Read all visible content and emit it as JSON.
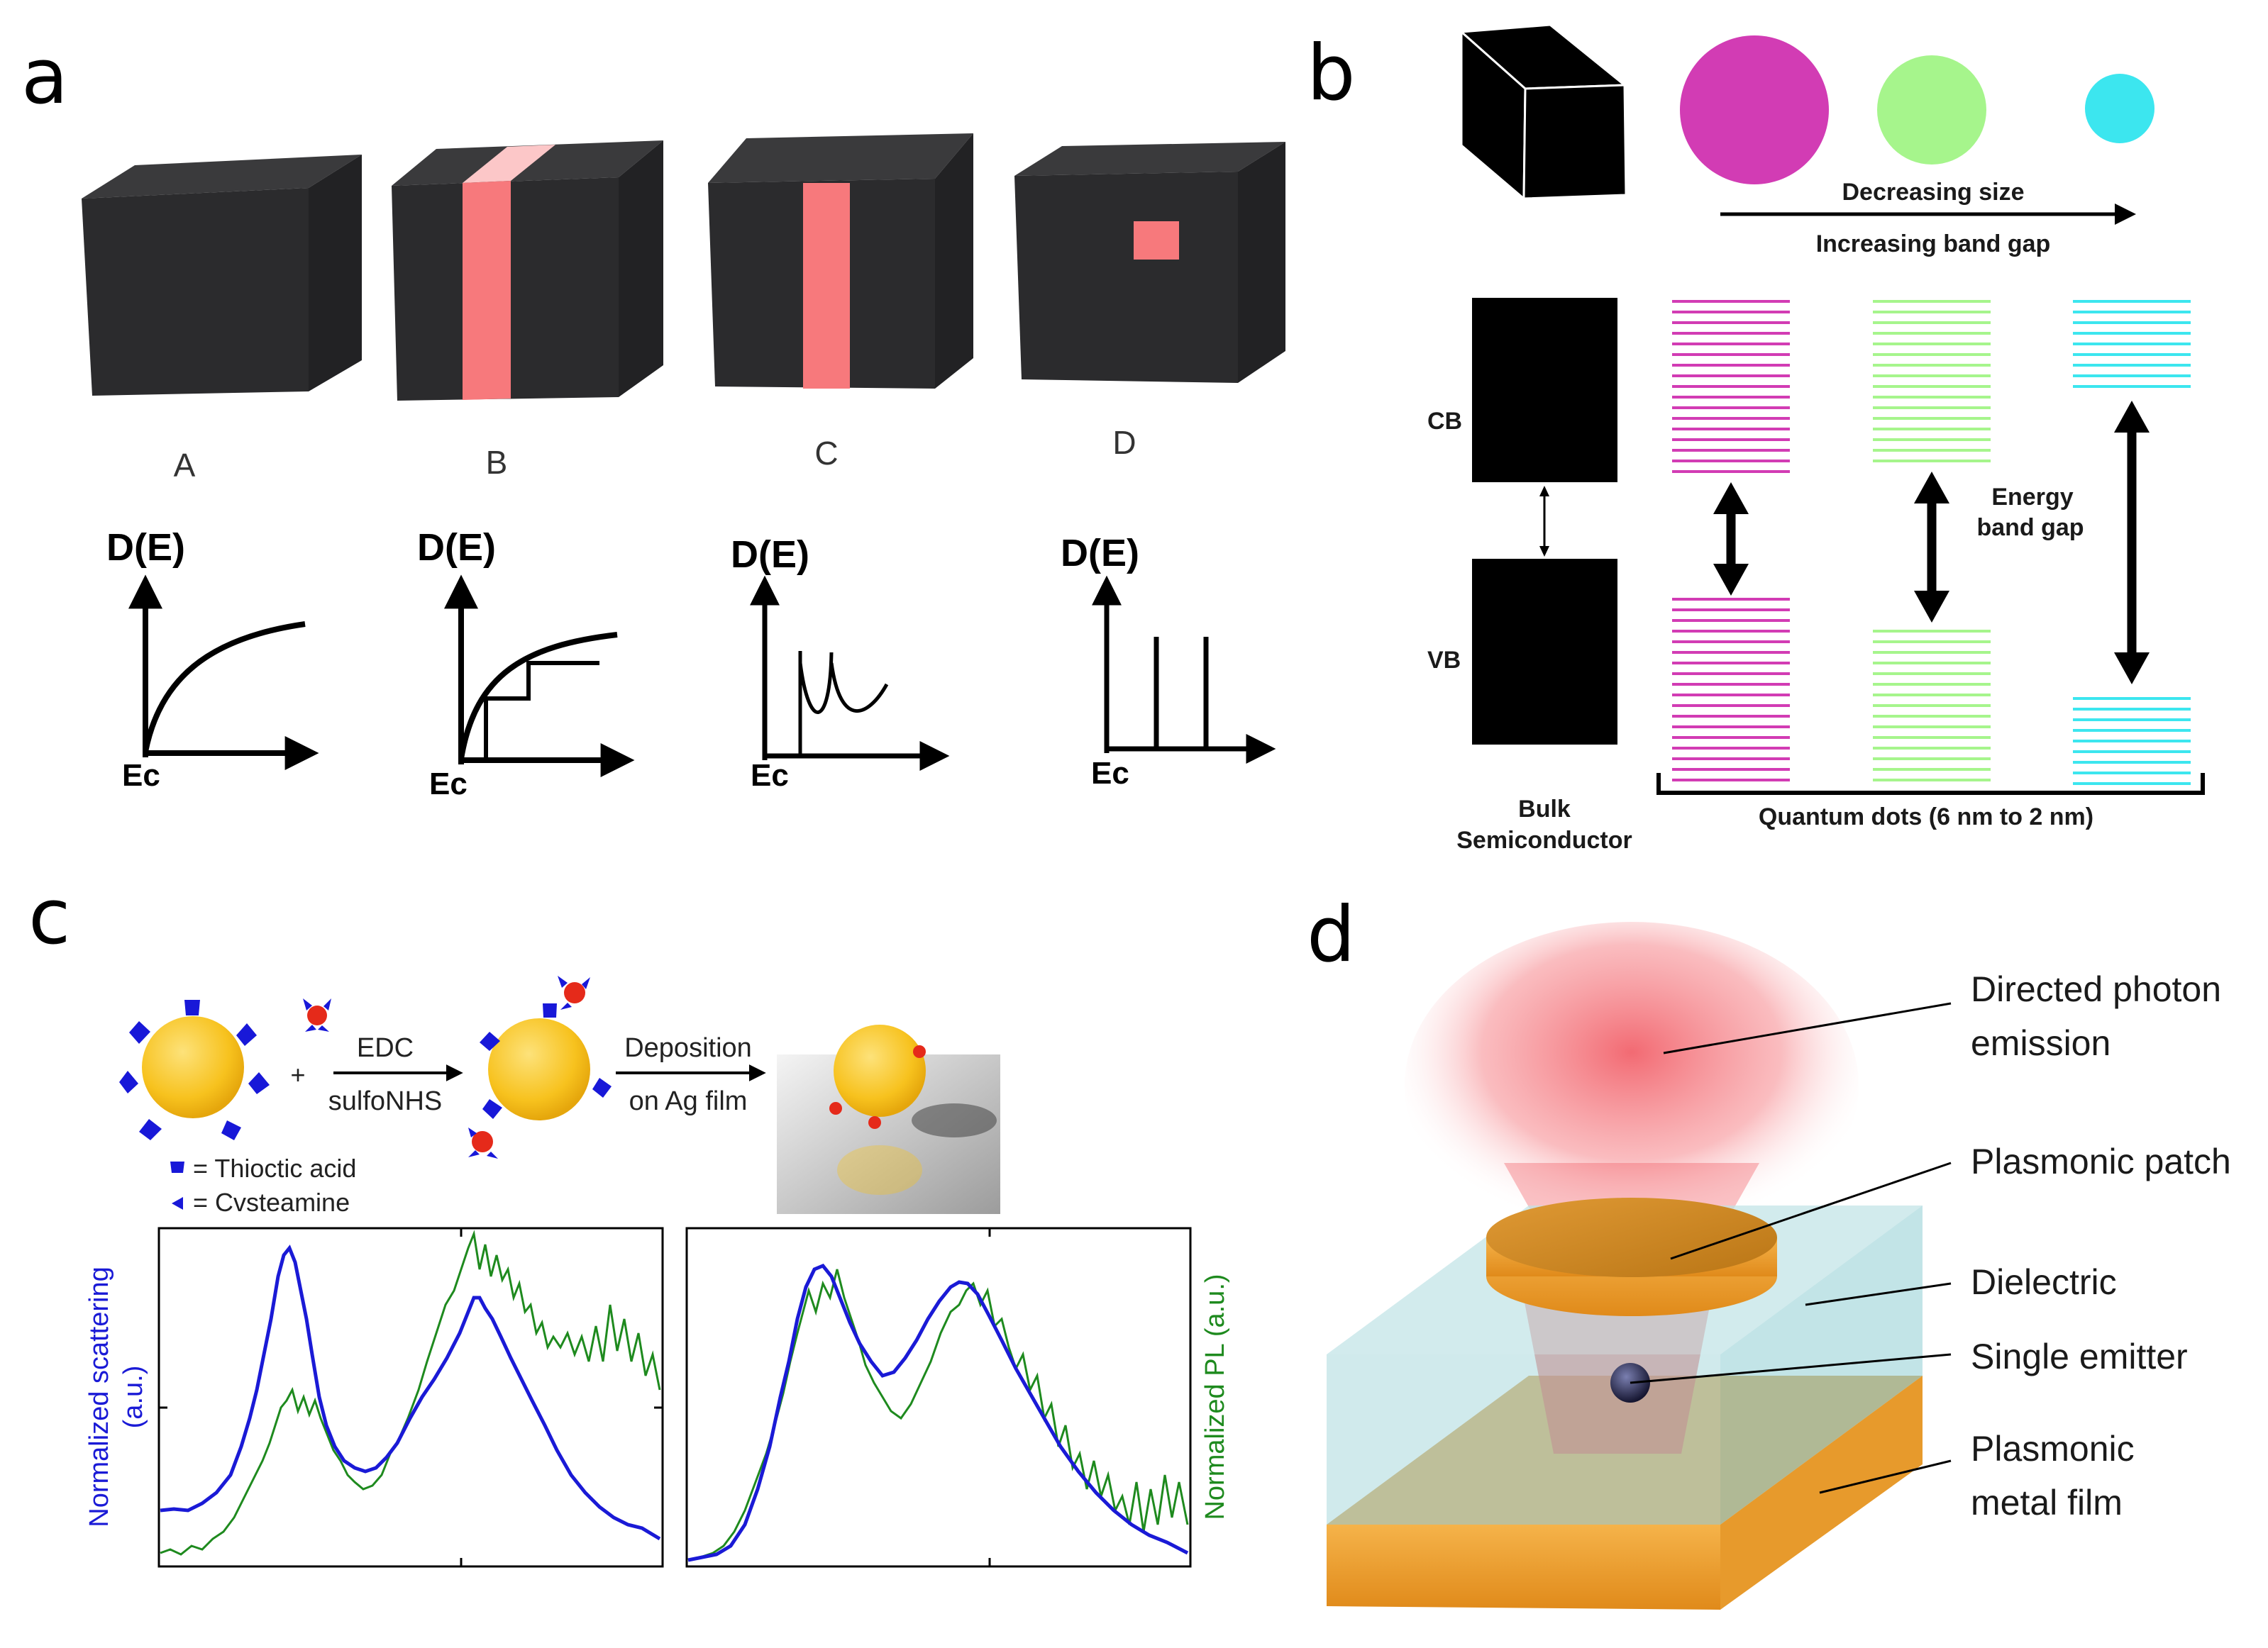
{
  "panels": {
    "a": {
      "letter": "a",
      "cubes": [
        {
          "label": "A",
          "dos_label": "D(E)",
          "axis_label": "Ec"
        },
        {
          "label": "B",
          "dos_label": "D(E)",
          "axis_label": "Ec"
        },
        {
          "label": "C",
          "dos_label": "D(E)",
          "axis_label": "Ec"
        },
        {
          "label": "D",
          "dos_label": "D(E)",
          "axis_label": "Ec"
        }
      ],
      "colors": {
        "cube": "#2b2b2d",
        "confinement": "#f7797c"
      }
    },
    "b": {
      "letter": "b",
      "size_text": "Decreasing size",
      "gap_text": "Increasing band gap",
      "cb_label": "CB",
      "vb_label": "VB",
      "energy_label_1": "Energy",
      "energy_label_2": "band gap",
      "bulk_label_1": "Bulk",
      "bulk_label_2": "Semiconductor",
      "qd_label": "Quantum dots (6 nm to 2 nm)",
      "colors": {
        "magenta": "#d23cb4",
        "green": "#a6f58c",
        "cyan": "#3ce6ef"
      }
    },
    "c": {
      "letter": "c",
      "reagent_top": "EDC",
      "reagent_bottom": "sulfoNHS",
      "plus": "+",
      "deposition_top": "Deposition",
      "deposition_bottom": "on Ag film",
      "legend_thioctic": "= Thioctic acid",
      "legend_cysteamine": "= Cvsteamine",
      "y_left": "Normalized scattering",
      "y_left_unit": "(a.u.)",
      "y_right": "Normalized PL (a.u.)",
      "colors": {
        "scattering": "#1a1ad6",
        "pl": "#1e8a1e",
        "gold": "#f7c21e"
      }
    },
    "d": {
      "letter": "d",
      "labels": {
        "photon_1": "Directed photon",
        "photon_2": "emission",
        "patch": "Plasmonic patch",
        "dielectric": "Dielectric",
        "emitter": "Single emitter",
        "film_1": "Plasmonic",
        "film_2": "metal film"
      },
      "colors": {
        "dielectric": "#a9d8dc",
        "gold": "#f2a83a",
        "beam": "#f0505a"
      }
    }
  }
}
